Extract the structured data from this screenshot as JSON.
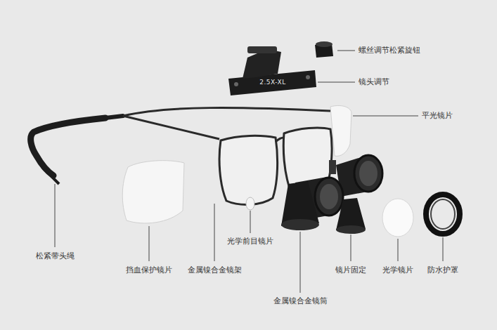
{
  "diagram": {
    "labels": [
      "螺丝调节松紧旋钮",
      "镜头调节",
      "平光镜片",
      "松紧带头绳",
      "挡血保护镜片",
      "光学前目镜片",
      "金属镍合金镜架",
      "金属镍合金镜筒",
      "镜片固定",
      "光学镜片",
      "防水护罩",
      "2.5X-XL"
    ]
  }
}
